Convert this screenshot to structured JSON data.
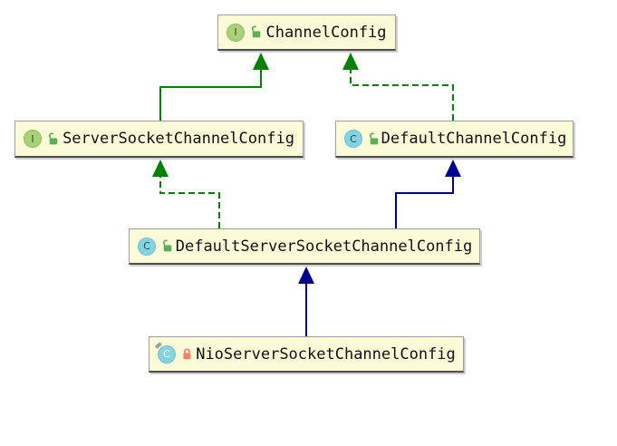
{
  "diagram": {
    "title": "UML class hierarchy diagram",
    "colors": {
      "node_background": "#fbfbd8",
      "node_border": "#9e9e9e",
      "interface_edge_green": "#008000",
      "class_edge_navy": "#00008b",
      "interface_icon_green": "#a8d178",
      "class_icon_blue": "#85d2e2",
      "public_lock_green": "#5fae53",
      "private_lock_orange": "#f08162"
    },
    "nodes": [
      {
        "label": "ChannelConfig",
        "kind": "interface",
        "icon_letter": "I",
        "visibility": "public"
      },
      {
        "label": "ServerSocketChannelConfig",
        "kind": "interface",
        "icon_letter": "I",
        "visibility": "public"
      },
      {
        "label": "DefaultChannelConfig",
        "kind": "class",
        "icon_letter": "C",
        "visibility": "public"
      },
      {
        "label": "DefaultServerSocketChannelConfig",
        "kind": "class",
        "icon_letter": "C",
        "visibility": "public"
      },
      {
        "label": "NioServerSocketChannelConfig",
        "kind": "inner-class",
        "icon_letter": "C",
        "visibility": "private"
      }
    ],
    "edges": [
      {
        "from": "ServerSocketChannelConfig",
        "to": "ChannelConfig",
        "relation": "extends",
        "line": "solid",
        "color": "green"
      },
      {
        "from": "DefaultChannelConfig",
        "to": "ChannelConfig",
        "relation": "implements",
        "line": "dashed",
        "color": "green"
      },
      {
        "from": "DefaultServerSocketChannelConfig",
        "to": "ServerSocketChannelConfig",
        "relation": "implements",
        "line": "dashed",
        "color": "green"
      },
      {
        "from": "DefaultServerSocketChannelConfig",
        "to": "DefaultChannelConfig",
        "relation": "extends",
        "line": "solid",
        "color": "navy"
      },
      {
        "from": "NioServerSocketChannelConfig",
        "to": "DefaultServerSocketChannelConfig",
        "relation": "extends",
        "line": "solid",
        "color": "navy"
      }
    ]
  }
}
